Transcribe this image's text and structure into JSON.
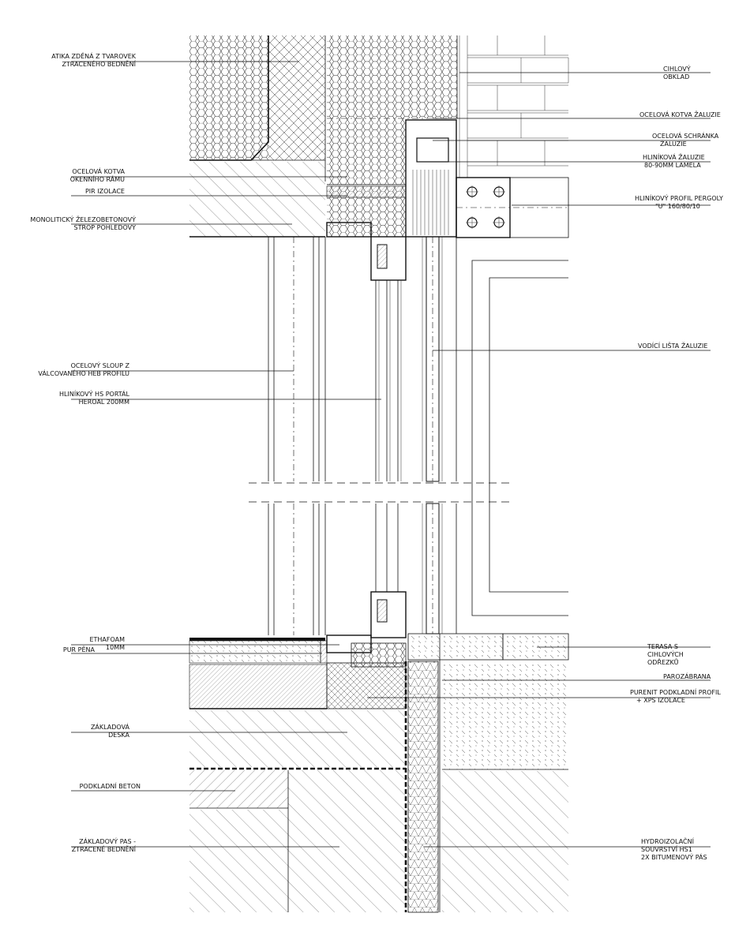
{
  "labels_left": [
    {
      "id": "atika",
      "lines": [
        "ATIKA ZDĚNÁ Z TVAROVEK",
        "ZTRACENÉHO BEDNĚNÍ"
      ]
    },
    {
      "id": "kotva-ramu",
      "lines": [
        "OCELOVÁ KOTVA",
        "OKENNÍHO RÁMU"
      ]
    },
    {
      "id": "pir",
      "lines": [
        "PIR IZOLACE"
      ]
    },
    {
      "id": "strop",
      "lines": [
        "MONOLITICKÝ ŽELEZOBETONOVÝ",
        "STROP POHLEDOVÝ"
      ]
    },
    {
      "id": "sloup",
      "lines": [
        "OCELOVÝ SLOUP Z",
        "VÁLCOVANÉHO HEB PROFILU"
      ]
    },
    {
      "id": "portal",
      "lines": [
        "HLINÍKOVÝ HS PORTÁL",
        "HEROAL 200MM"
      ]
    },
    {
      "id": "ethafoam",
      "lines": [
        "ETHAFOAM",
        "10MM"
      ]
    },
    {
      "id": "pur",
      "lines": [
        "PUR PĚNA"
      ]
    },
    {
      "id": "deska",
      "lines": [
        "ZÁKLADOVÁ",
        "DESKA"
      ]
    },
    {
      "id": "beton",
      "lines": [
        "PODKLADNÍ BETON"
      ]
    },
    {
      "id": "pas",
      "lines": [
        "ZÁKLADOVÝ PAS -",
        "ZTRACENÉ BEDNĚNÍ"
      ]
    }
  ],
  "labels_right": [
    {
      "id": "obklad",
      "lines": [
        "CIHLOVÝ",
        "OBKLAD"
      ]
    },
    {
      "id": "kotva-zaluzie",
      "lines": [
        "OCELOVÁ KOTVA ŽALUZIE"
      ]
    },
    {
      "id": "schranka",
      "lines": [
        "OCELOVÁ SCHRÁNKA",
        "ŽALUZIE"
      ]
    },
    {
      "id": "zaluzie",
      "lines": [
        "HLINÍKOVÁ ŽALUZIE",
        "80-90MM LAMELA"
      ]
    },
    {
      "id": "pergola",
      "lines": [
        "HLINÍKOVÝ PROFIL PERGOLY",
        "\"U\" 160/80/10"
      ]
    },
    {
      "id": "lista",
      "lines": [
        "VODÍCÍ LIŠTA ŽALUZIE"
      ]
    },
    {
      "id": "terasa",
      "lines": [
        "TERASA S",
        "CIHLOVÝCH",
        "ODŘEZKŮ"
      ]
    },
    {
      "id": "parozabrana",
      "lines": [
        "PAROZÁBRANA"
      ]
    },
    {
      "id": "purenit",
      "lines": [
        "PURENIT PODKLADNÍ PROFIL",
        "+ XPS IZOLACE"
      ]
    },
    {
      "id": "hydro",
      "lines": [
        "HYDROIZOLAČNÍ",
        "SOUVRSTVÍ HS1",
        "2X BITUMENOVÝ PÁS"
      ]
    }
  ]
}
